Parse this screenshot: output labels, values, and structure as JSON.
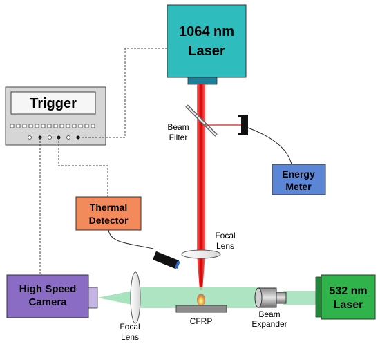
{
  "components": {
    "laser_1064": {
      "line1": "1064 nm",
      "line2": "Laser",
      "color": "#2fbcbc"
    },
    "trigger": {
      "label": "Trigger"
    },
    "thermal_detector": {
      "line1": "Thermal",
      "line2": "Detector",
      "color": "#f28a5c"
    },
    "energy_meter": {
      "line1": "Energy",
      "line2": "Meter",
      "color": "#5b86d6"
    },
    "high_speed_camera": {
      "line1": "High Speed",
      "line2": "Camera",
      "color": "#8a6cc4"
    },
    "laser_532": {
      "line1": "532 nm",
      "line2": "Laser",
      "color": "#2fb34a"
    }
  },
  "labels": {
    "beam_filter_1": "Beam",
    "beam_filter_2": "Filter",
    "focal_lens_top_1": "Focal",
    "focal_lens_top_2": "Lens",
    "focal_lens_left_1": "Focal",
    "focal_lens_left_2": "Lens",
    "cfrp": "CFRP",
    "beam_expander_1": "Beam",
    "beam_expander_2": "Expander"
  },
  "colors": {
    "laser_beam": "#e01818",
    "illumination_beam": "#9fe0b8"
  }
}
